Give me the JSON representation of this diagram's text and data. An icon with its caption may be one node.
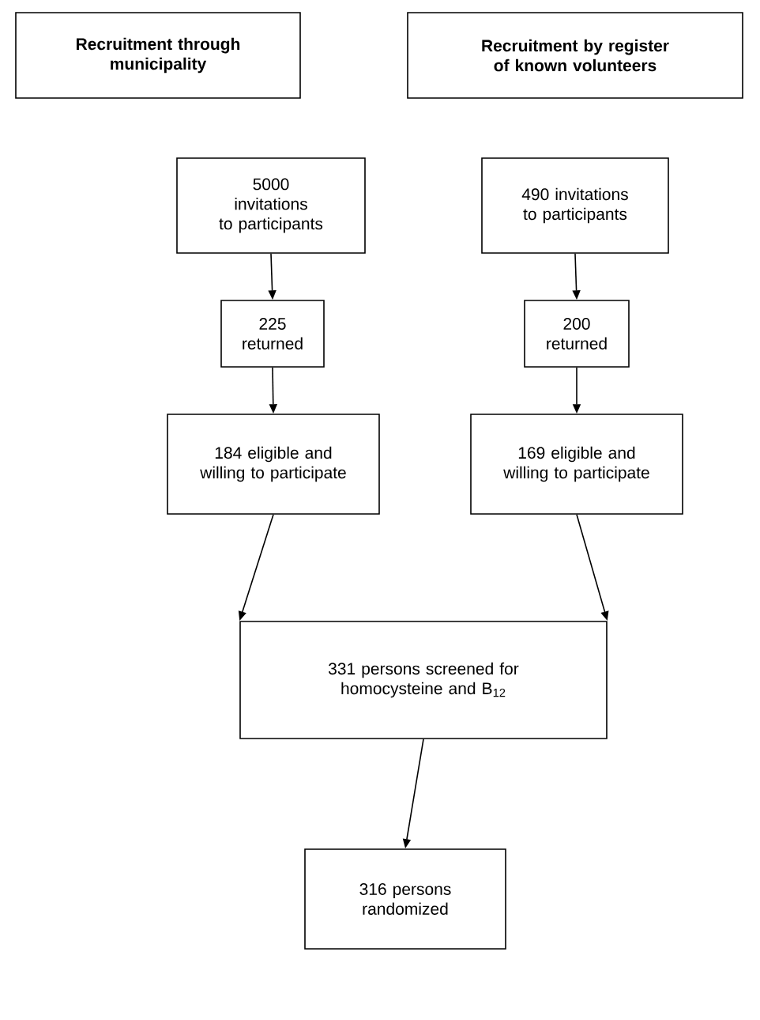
{
  "diagram": {
    "nodes": [
      {
        "text": [
          "Recruitment through municipality"
        ]
      },
      {
        "text": [
          "Recruitment by register of known volunteers"
        ]
      },
      {
        "text": [
          "5000 invitations to participants"
        ]
      },
      {
        "text": [
          "225 returned"
        ]
      },
      {
        "text": [
          "184 eligible and willing to participate"
        ]
      },
      {
        "text": [
          "490 invitations to participants"
        ]
      },
      {
        "text": [
          "200 returned"
        ]
      },
      {
        "text": [
          "169 eligible and willing to participate"
        ]
      },
      {
        "text": [
          "331 persons screened for homocysteine and B$_{12}$"
        ]
      },
      {
        "text": [
          "316 persons randomized"
        ]
      }
    ],
    "edges": [
      {
        "from": 2,
        "to": 3,
        "arrow": "to"
      },
      {
        "from": 3,
        "to": 4,
        "arrow": "to"
      },
      {
        "from": 5,
        "to": 6,
        "arrow": "to"
      },
      {
        "from": 6,
        "to": 7,
        "arrow": "to"
      },
      {
        "from": 4,
        "to": 8,
        "arrow": "to"
      },
      {
        "from": 7,
        "to": 8,
        "arrow": "to"
      },
      {
        "from": 8,
        "to": 9,
        "arrow": "to"
      }
    ]
  }
}
